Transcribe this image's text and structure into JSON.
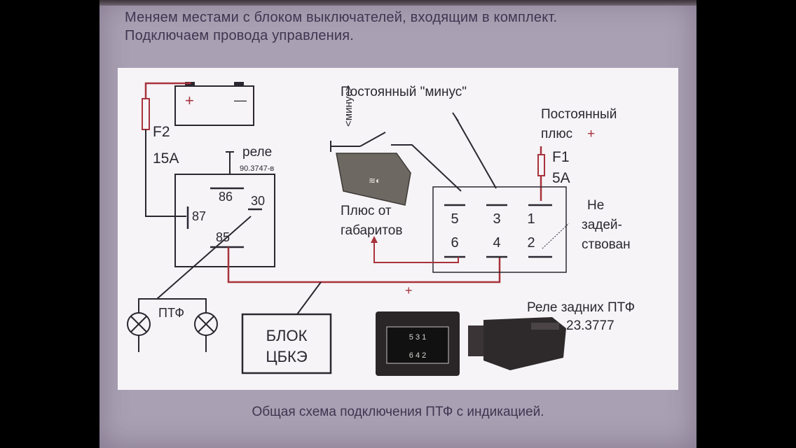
{
  "caption_top": {
    "line1": "Меняем местами с блоком выключателей, входящим в комплект.",
    "line2": "Подключаем провода управления."
  },
  "caption_bottom": "Общая схема подключения ПТФ с индикацией.",
  "labels": {
    "battery_plus": "+",
    "battery_minus": "—",
    "fuse_f2_name": "F2",
    "fuse_f2_rating": "15A",
    "relay_title": "реле",
    "relay_model": "90.3747-в",
    "pin_86": "86",
    "pin_87": "87",
    "pin_30": "30",
    "pin_85": "85",
    "fog_lamps": "ПТФ",
    "block_line1": "БЛОК",
    "block_line2": "ЦБКЭ",
    "constant_minus": "Постоянный \"минус\"",
    "minus_vertical": "<минус>",
    "constant_plus_line1": "Постоянный",
    "constant_plus_line2": "плюс",
    "constant_plus_sign": "+",
    "fuse_f1_name": "F1",
    "fuse_f1_rating": "5A",
    "plus_from_line1": "Плюс от",
    "plus_from_line2": "габаритов",
    "pin_5": "5",
    "pin_3": "3",
    "pin_1": "1",
    "pin_6": "6",
    "pin_4": "4",
    "pin_2": "2",
    "unused_line1": "Не",
    "unused_line2": "задей-",
    "unused_line3": "ствован",
    "plus_wire": "+",
    "rear_relay_line1": "Реле задних ПТФ",
    "rear_relay_line2": "23.3777",
    "connector_top_digits": "5 3 1",
    "connector_bottom_digits": "6 4 2"
  },
  "colors": {
    "wire_red": "#a8323c",
    "wire_dark": "#2b2730",
    "page": "#a9a0b3",
    "card": "#f6f4f7"
  }
}
